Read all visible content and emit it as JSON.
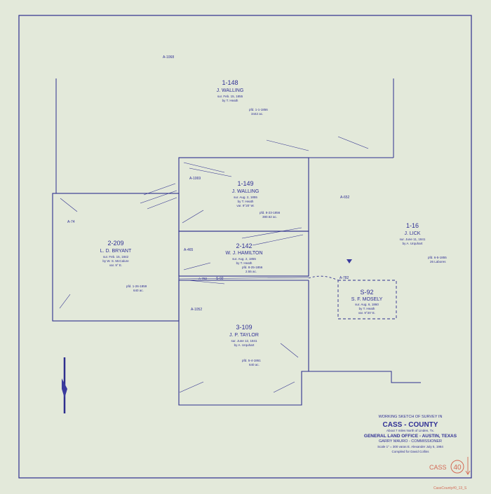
{
  "abstracts": {
    "a1068_top": "A-1068",
    "a1069": "A-1069",
    "a74": "A-74",
    "a465": "A-465",
    "a1052": "A-1052",
    "a652": "A-652",
    "a782": "A-782"
  },
  "surveys": [
    {
      "number": "1-148",
      "grantee": "J. WALLING",
      "line1": "sur. Feb. 15, 1855",
      "line2": "by T. Heath",
      "patent": "pfd. 1-1-1856",
      "acres": "3442 ac."
    },
    {
      "number": "1-149",
      "grantee": "J. WALLING",
      "line1": "sur. Aug. 2, 1855",
      "line2": "by T. Heath",
      "line3": "var. 9°20' W.",
      "patent": "pfd. 8-23-1856",
      "acres": "380.62 ac."
    },
    {
      "number": "2-209",
      "grantee": "L. D. BRYANT",
      "line1": "sur. Feb. 15, 1842",
      "line2": "by W. S. McCalure",
      "line3": "var. 9° E.",
      "patent": "pfd. 1-26-1859",
      "acres": "640 ac."
    },
    {
      "number": "2-142",
      "grantee": "W. J. HAMILTON",
      "line1": "sur. Aug. 2, 1855",
      "line2": "by T. Heath",
      "patent": "pfd. 8-25-1856",
      "acres": "2.55 ac."
    },
    {
      "number": "3-109",
      "grantee": "J. P. TAYLOR",
      "line1": "sur. June 12, 1841",
      "line2": "by A. Urquhart",
      "patent": "pfd. 5-4-1861",
      "acres": "640 ac."
    },
    {
      "number": "1-16",
      "grantee": "J. LICK",
      "line1": "sur. June 11, 1841",
      "line2": "by A. Urquhart",
      "patent": "pfd. 6-5-1855",
      "acres": "26 Labores"
    },
    {
      "number": "S-92",
      "grantee": "S. F. MOSELY",
      "line1": "sur. Aug. 6, 1860",
      "line2": "by T. Heath",
      "line3": "var. 9°20' E."
    }
  ],
  "small_labels": {
    "s92_strip": "S-92",
    "a782_strip": "A-782"
  },
  "title_block": {
    "heading": "WORKING SKETCH OF SURVEY IN",
    "county": "CASS  -  COUNTY",
    "location": "About 7 miles North of Linden, Tx.",
    "office": "GENERAL LAND OFFICE - AUSTIN, TEXAS",
    "commissioner": "GARRY MAURO - COMMISSIONER",
    "scale": "Scale 1\" = 300 varas   E. Alexander July 5, 1984",
    "compiled": "Compiled for David Collins"
  },
  "stamp": {
    "county": "CASS",
    "number": "40"
  },
  "catalog": "CassCounty#0_13_S"
}
